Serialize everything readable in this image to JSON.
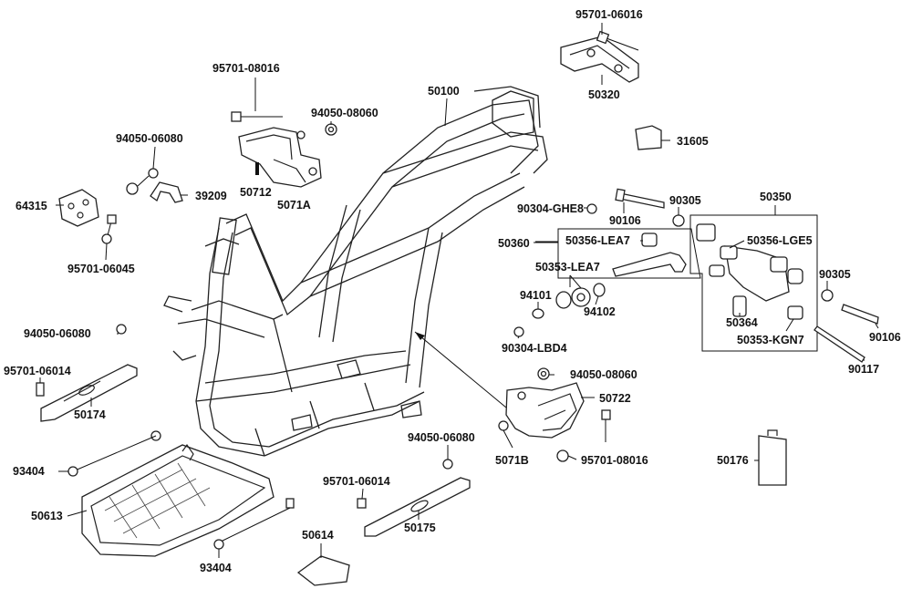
{
  "diagram": {
    "labels": {
      "p95701_06016": "95701-06016",
      "p50320": "50320",
      "p31605": "31605",
      "p95701_08016_top": "95701-08016",
      "p94050_08060_top": "94050-08060",
      "p50100": "50100",
      "p94050_06080_left": "94050-06080",
      "p50712": "50712",
      "p5071A": "5071A",
      "p39209": "39209",
      "p64315": "64315",
      "p95701_06045": "95701-06045",
      "p90304_GHE8": "90304-GHE8",
      "p90106_mid": "90106",
      "p90305_mid": "90305",
      "p50350": "50350",
      "p50360": "50360",
      "p50356_LEA7": "50356-LEA7",
      "p50356_LGE5": "50356-LGE5",
      "p50353_LEA7": "50353-LEA7",
      "p94101": "94101",
      "p94102": "94102",
      "p90305_right": "90305",
      "p50364": "50364",
      "p50353_KGN7": "50353-KGN7",
      "p90106_right": "90106",
      "p90304_LBD4": "90304-LBD4",
      "p90117": "90117",
      "p94050_06080_mid": "94050-06080",
      "p95701_06014_left": "95701-06014",
      "p50174": "50174",
      "p94050_08060_mid": "94050-08060",
      "p50722": "50722",
      "p5071B": "5071B",
      "p95701_08016_mid": "95701-08016",
      "p94050_06080_bottom": "94050-06080",
      "p50176": "50176",
      "p93404_top": "93404",
      "p95701_06014_bottom": "95701-06014",
      "p50613": "50613",
      "p50175": "50175",
      "p50614": "50614",
      "p93404_bottom": "93404"
    }
  }
}
